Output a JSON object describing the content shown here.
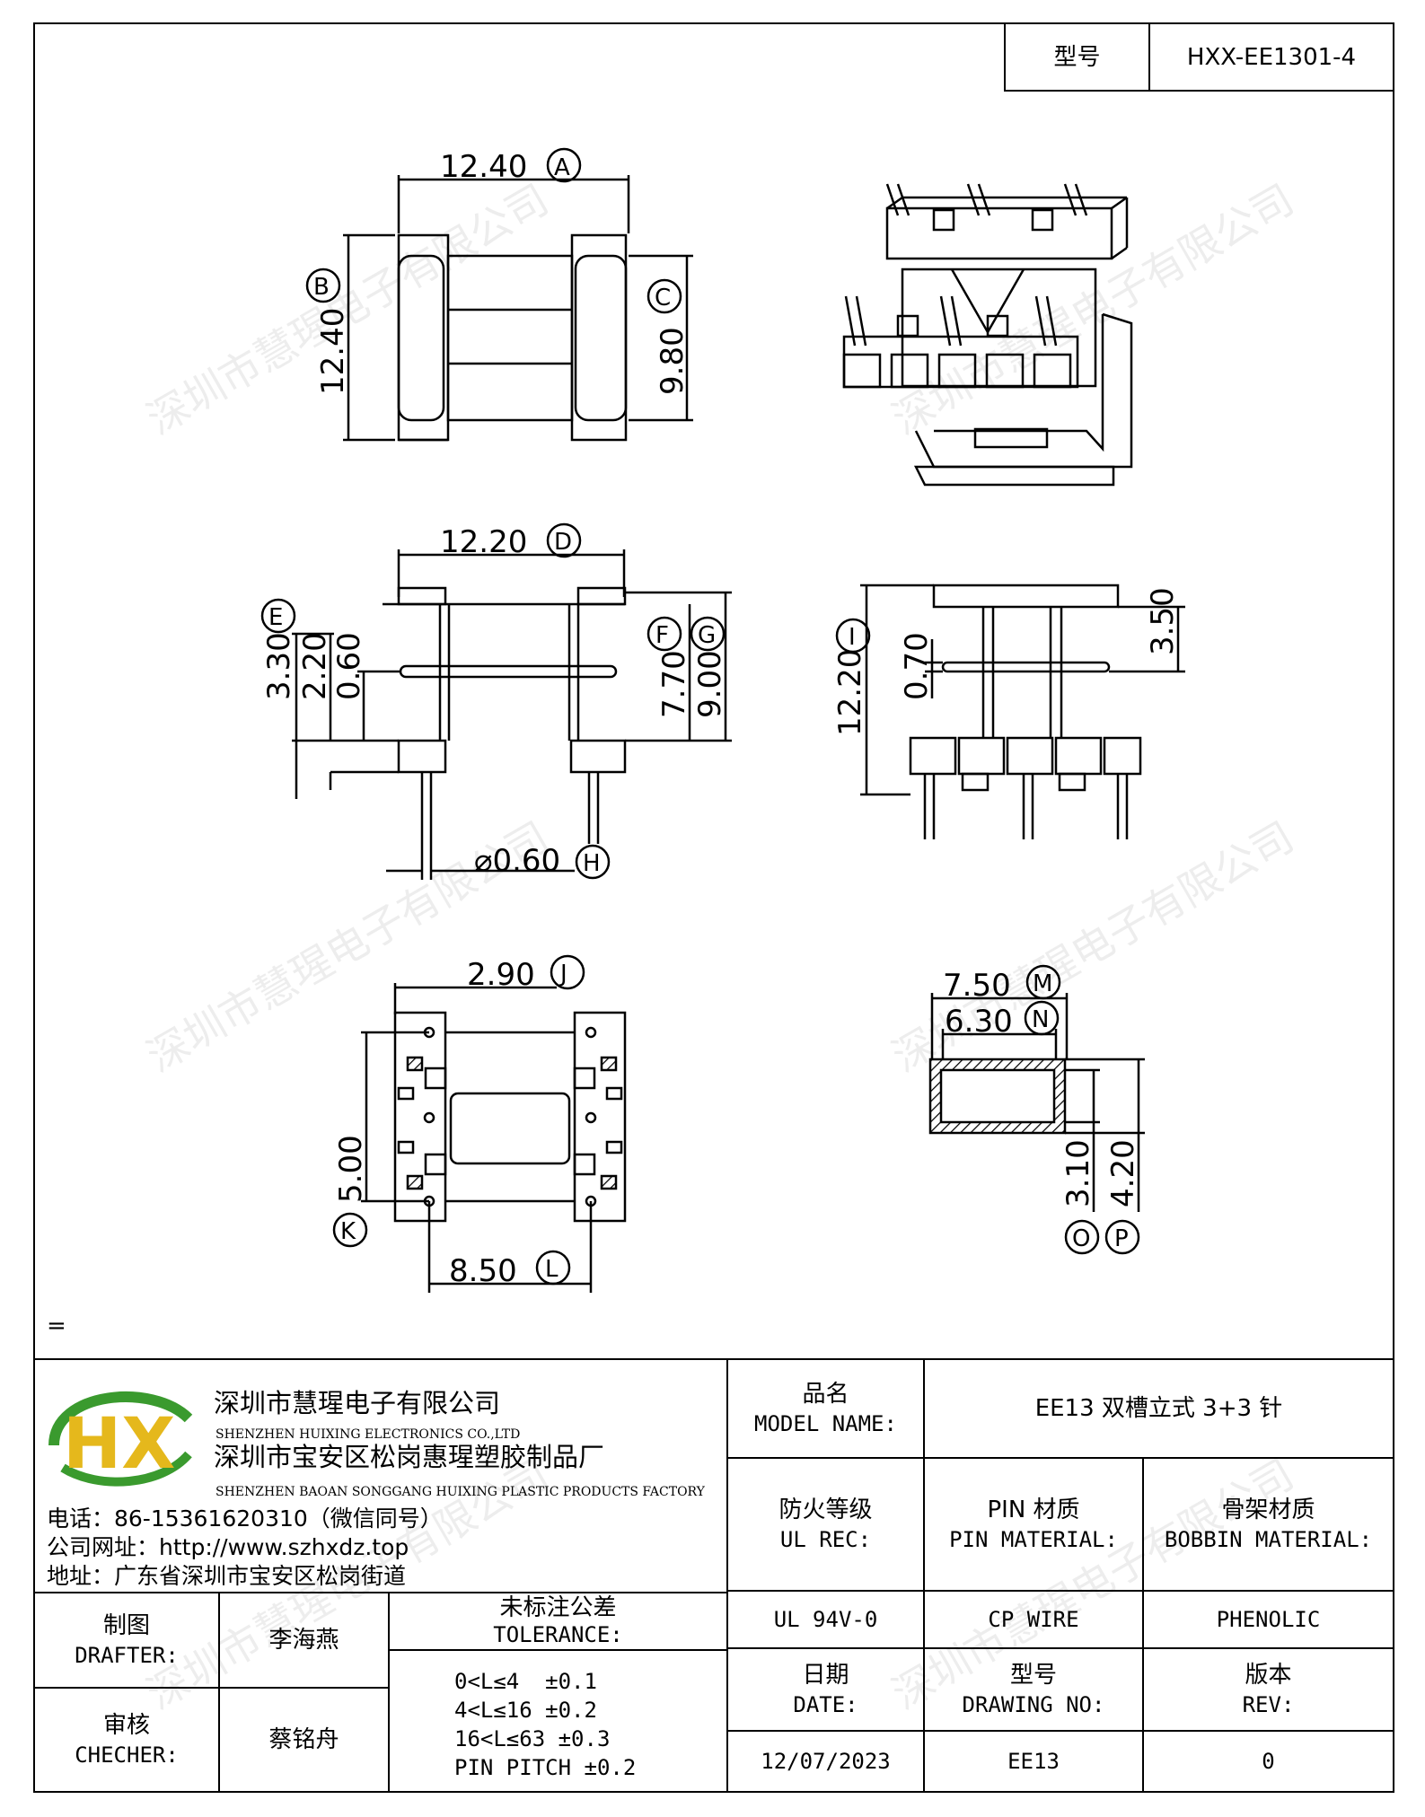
{
  "header": {
    "model_label": "型号",
    "model_value": "HXX-EE1301-4"
  },
  "drawing": {
    "dim_A": "12.40",
    "dim_B": "12.40",
    "dim_C": "9.80",
    "dim_D": "12.20",
    "dim_E": "3.30",
    "dim_E2": "2.20",
    "dim_E3": "0.60",
    "dim_F": "7.70",
    "dim_G": "9.00",
    "dim_H": "⌀0.60",
    "dim_I": "12.20",
    "dim_I2": "0.70",
    "dim_I3": "3.50",
    "dim_J": "2.90",
    "dim_K": "5.00",
    "dim_L": "8.50",
    "dim_M": "7.50",
    "dim_N": "6.30",
    "dim_O": "3.10",
    "dim_P": "4.20",
    "letters": {
      "A": "A",
      "B": "B",
      "C": "C",
      "D": "D",
      "E": "E",
      "F": "F",
      "G": "G",
      "H": "H",
      "I": "I",
      "J": "J",
      "K": "K",
      "L": "L",
      "M": "M",
      "N": "N",
      "O": "O",
      "P": "P"
    },
    "equals_mark": "="
  },
  "watermark": "深圳市慧瑆电子有限公司",
  "company": {
    "logo_text": "HX",
    "name_cn": "深圳市慧瑆电子有限公司",
    "name_en": "SHENZHEN HUIXING ELECTRONICS CO.,LTD",
    "factory_cn": "深圳市宝安区松岗惠瑆塑胶制品厂",
    "factory_en": "SHENZHEN BAOAN SONGGANG HUIXING PLASTIC PRODUCTS FACTORY",
    "phone": "电话：86-15361620310（微信同号）",
    "website": "公司网址：http://www.szhxdz.top",
    "address": "地址：广东省深圳市宝安区松岗街道"
  },
  "table": {
    "model_name_cn": "品名",
    "model_name_en": "MODEL NAME:",
    "model_name_value": "EE13 双槽立式 3+3 针",
    "ul_cn": "防火等级",
    "ul_en": "UL REC:",
    "pin_cn": "PIN 材质",
    "pin_en": "PIN MATERIAL:",
    "bobbin_cn": "骨架材质",
    "bobbin_en": "BOBBIN MATERIAL:",
    "ul_value": "UL 94V-0",
    "pin_value": "CP WIRE",
    "bobbin_value": "PHENOLIC",
    "drafter_cn": "制图",
    "drafter_en": "DRAFTER:",
    "drafter_value": "李海燕",
    "checker_cn": "审核",
    "checker_en": "CHECHER:",
    "checker_value": "蔡铭舟",
    "tolerance_cn": "未标注公差",
    "tolerance_en": "TOLERANCE:",
    "tolerance_lines": [
      "0<L≤4  ±0.1",
      "4<L≤16 ±0.2",
      "16<L≤63 ±0.3",
      "PIN PITCH ±0.2"
    ],
    "date_cn": "日期",
    "date_en": "DATE:",
    "drawing_no_cn": "型号",
    "drawing_no_en": "DRAWING NO:",
    "rev_cn": "版本",
    "rev_en": "REV:",
    "date_value": "12/07/2023",
    "drawing_no_value": "EE13",
    "rev_value": "0"
  },
  "colors": {
    "logo_green": "#3a9a2e",
    "logo_yellow": "#e5b81c",
    "logo_blue": "#1d5aa8"
  }
}
